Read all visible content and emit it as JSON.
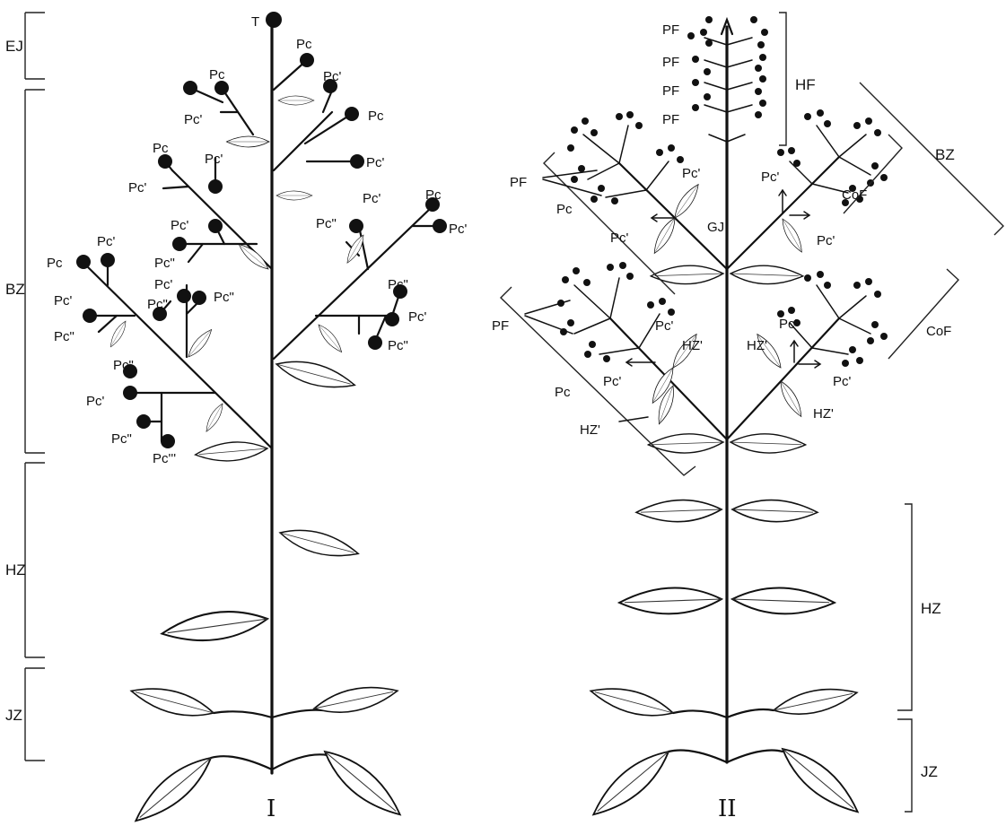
{
  "figure": {
    "panel_left": "I",
    "panel_right": "II"
  },
  "left_zones": {
    "ej": "EJ",
    "bz": "BZ",
    "hz": "HZ",
    "jz": "JZ"
  },
  "right_zones": {
    "hf": "HF",
    "bz": "BZ",
    "hz": "HZ",
    "jz": "JZ",
    "gj": "GJ"
  },
  "terms": {
    "t": "T",
    "pc": "Pc",
    "pc1": "Pc'",
    "pc2": "Pc\"",
    "pc3": "Pc'''",
    "pf": "PF",
    "cof": "CoF",
    "hz1": "HZ'"
  }
}
